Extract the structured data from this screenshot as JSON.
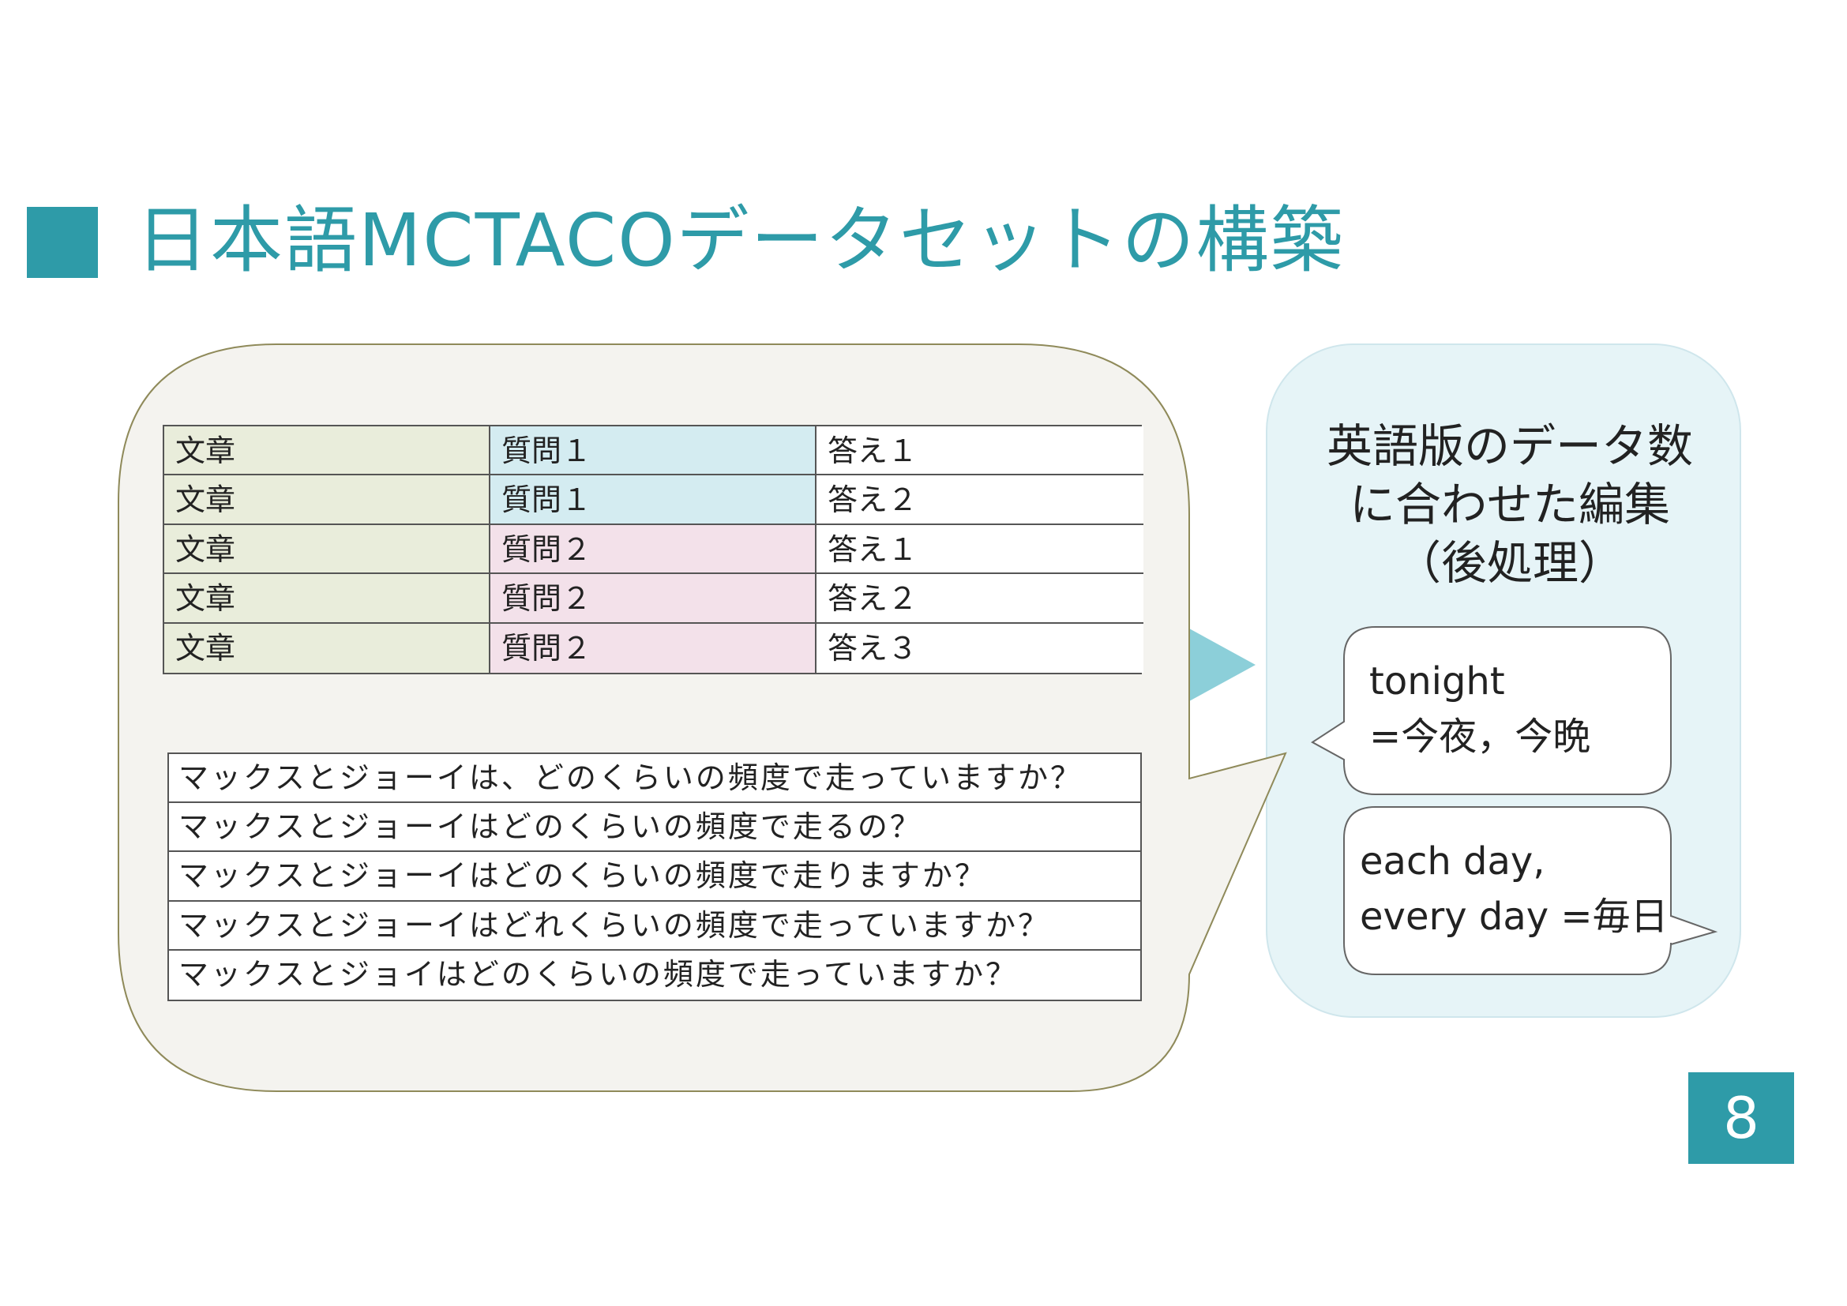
{
  "slide": {
    "title": "日本語MCTACOデータセットの構築",
    "page_number": "8"
  },
  "table": {
    "rows": [
      {
        "passage": "文章",
        "question": "質問１",
        "answer": "答え１"
      },
      {
        "passage": "文章",
        "question": "質問１",
        "answer": "答え２"
      },
      {
        "passage": "文章",
        "question": "質問２",
        "answer": "答え１"
      },
      {
        "passage": "文章",
        "question": "質問２",
        "answer": "答え２"
      },
      {
        "passage": "文章",
        "question": "質問２",
        "answer": "答え３"
      }
    ]
  },
  "questions": [
    "マックスとジョーイは、どのくらいの頻度で走っていますか？",
    "マックスとジョーイはどのくらいの頻度で走るの？",
    "マックスとジョーイはどのくらいの頻度で走りますか？",
    "マックスとジョーイはどれくらいの頻度で走っていますか？",
    "マックスとジョイはどのくらいの頻度で走っていますか？"
  ],
  "panel": {
    "title_line1": "英語版のデータ数",
    "title_line2": "に合わせた編集",
    "title_line3": "（後処理）",
    "bubble1_line1": "tonight",
    "bubble1_line2": "=今夜，今晩",
    "bubble2_line1": "each day,",
    "bubble2_line2": "every day =毎日"
  },
  "colors": {
    "accent": "#2e9ba8",
    "panel_bg": "#e6f4f7",
    "left_bubble_bg": "#f4f3ef",
    "passage_cell": "#e9eddb",
    "question1_cell": "#d4ecf1",
    "question2_cell": "#f3e1ea"
  }
}
